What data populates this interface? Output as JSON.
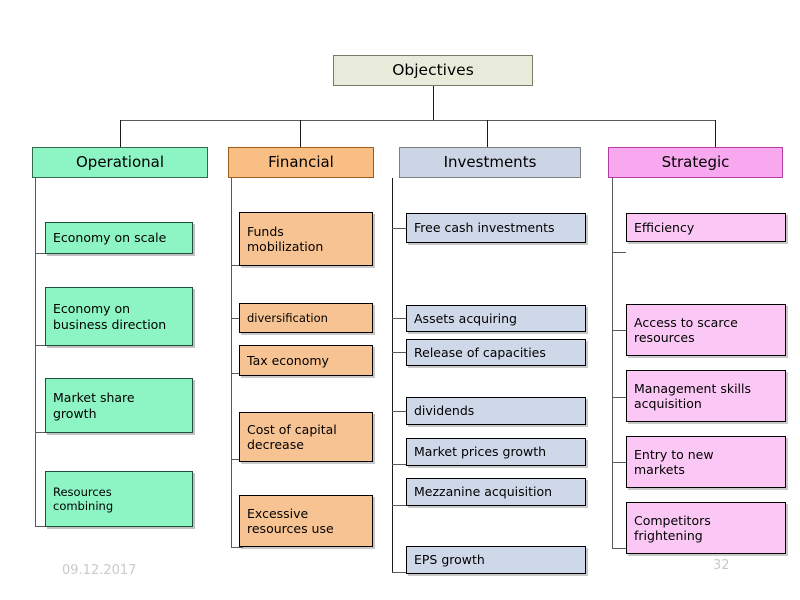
{
  "slide": {
    "root": {
      "label": "Objectives"
    },
    "footer": {
      "date": "09.12.2017",
      "page_number": "32"
    },
    "colors": {
      "operational": "#8CF5C3",
      "financial": "#F8C392",
      "investments": "#CFD8E8",
      "strategic": "#FBC8F5",
      "root": "#E8EADA",
      "connector": "#5A5A5A"
    },
    "columns": [
      {
        "key": "operational",
        "header": "Operational",
        "items": [
          {
            "label": "Economy on scale"
          },
          {
            "label": "Economy on\nbusiness direction"
          },
          {
            "label": "Market share\ngrowth"
          },
          {
            "label": "Resources\ncombining"
          }
        ]
      },
      {
        "key": "financial",
        "header": "Financial",
        "items": [
          {
            "label": "Funds\nmobilization"
          },
          {
            "label": "diversification"
          },
          {
            "label": "Tax economy"
          },
          {
            "label": "Cost of capital\ndecrease"
          },
          {
            "label": "Excessive\nresources  use"
          }
        ]
      },
      {
        "key": "investments",
        "header": "Investments",
        "items": [
          {
            "label": "Free cash investments"
          },
          {
            "label": "Assets acquiring"
          },
          {
            "label": "Release of capacities"
          },
          {
            "label": "dividends"
          },
          {
            "label": "Market prices growth"
          },
          {
            "label": "Mezzanine acquisition"
          },
          {
            "label": "EPS growth"
          }
        ]
      },
      {
        "key": "strategic",
        "header": "Strategic",
        "items": [
          {
            "label": "Efficiency"
          },
          {
            "label": "Access to scarce\nresources"
          },
          {
            "label": "Management skills\nacquisition"
          },
          {
            "label": "Entry to new\nmarkets"
          },
          {
            "label": "Competitors\nfrightening"
          }
        ]
      }
    ]
  }
}
